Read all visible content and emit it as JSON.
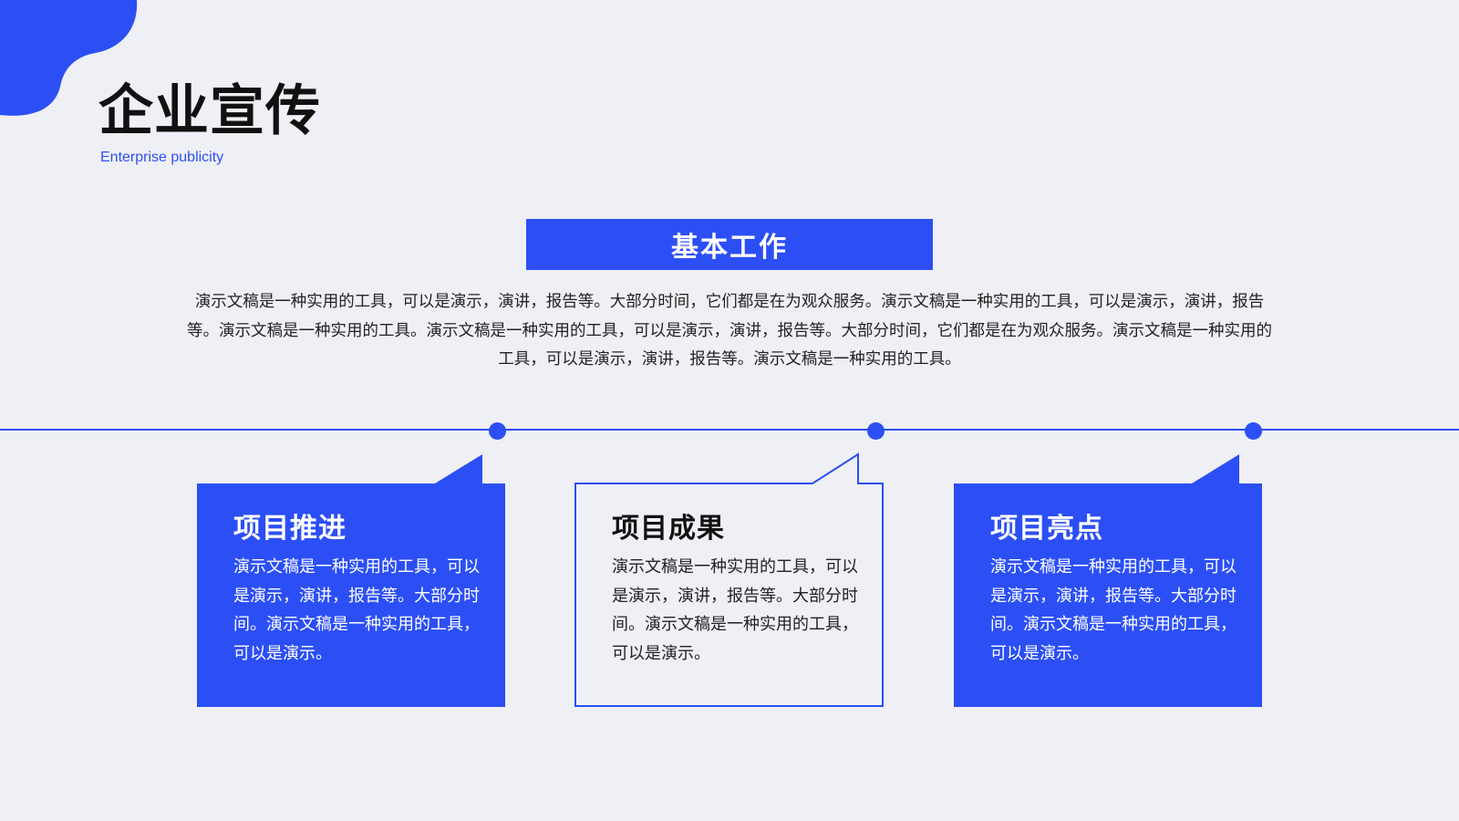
{
  "header": {
    "title": "企业宣传",
    "subtitle": "Enterprise publicity"
  },
  "section": {
    "label": "基本工作",
    "description": "演示文稿是一种实用的工具，可以是演示，演讲，报告等。大部分时间，它们都是在为观众服务。演示文稿是一种实用的工具，可以是演示，演讲，报告等。演示文稿是一种实用的工具。演示文稿是一种实用的工具，可以是演示，演讲，报告等。大部分时间，它们都是在为观众服务。演示文稿是一种实用的工具，可以是演示，演讲，报告等。演示文稿是一种实用的工具。"
  },
  "cards": [
    {
      "title": "项目推进",
      "body": "演示文稿是一种实用的工具，可以是演示，演讲，报告等。大部分时间。演示文稿是一种实用的工具，可以是演示。",
      "style": "filled"
    },
    {
      "title": "项目成果",
      "body": "演示文稿是一种实用的工具，可以是演示，演讲，报告等。大部分时间。演示文稿是一种实用的工具，可以是演示。",
      "style": "outlined"
    },
    {
      "title": "项目亮点",
      "body": "演示文稿是一种实用的工具，可以是演示，演讲，报告等。大部分时间。演示文稿是一种实用的工具，可以是演示。",
      "style": "filled"
    }
  ],
  "colors": {
    "accent": "#2c4ff5",
    "background": "#eff0f5",
    "text_dark": "#111111"
  }
}
